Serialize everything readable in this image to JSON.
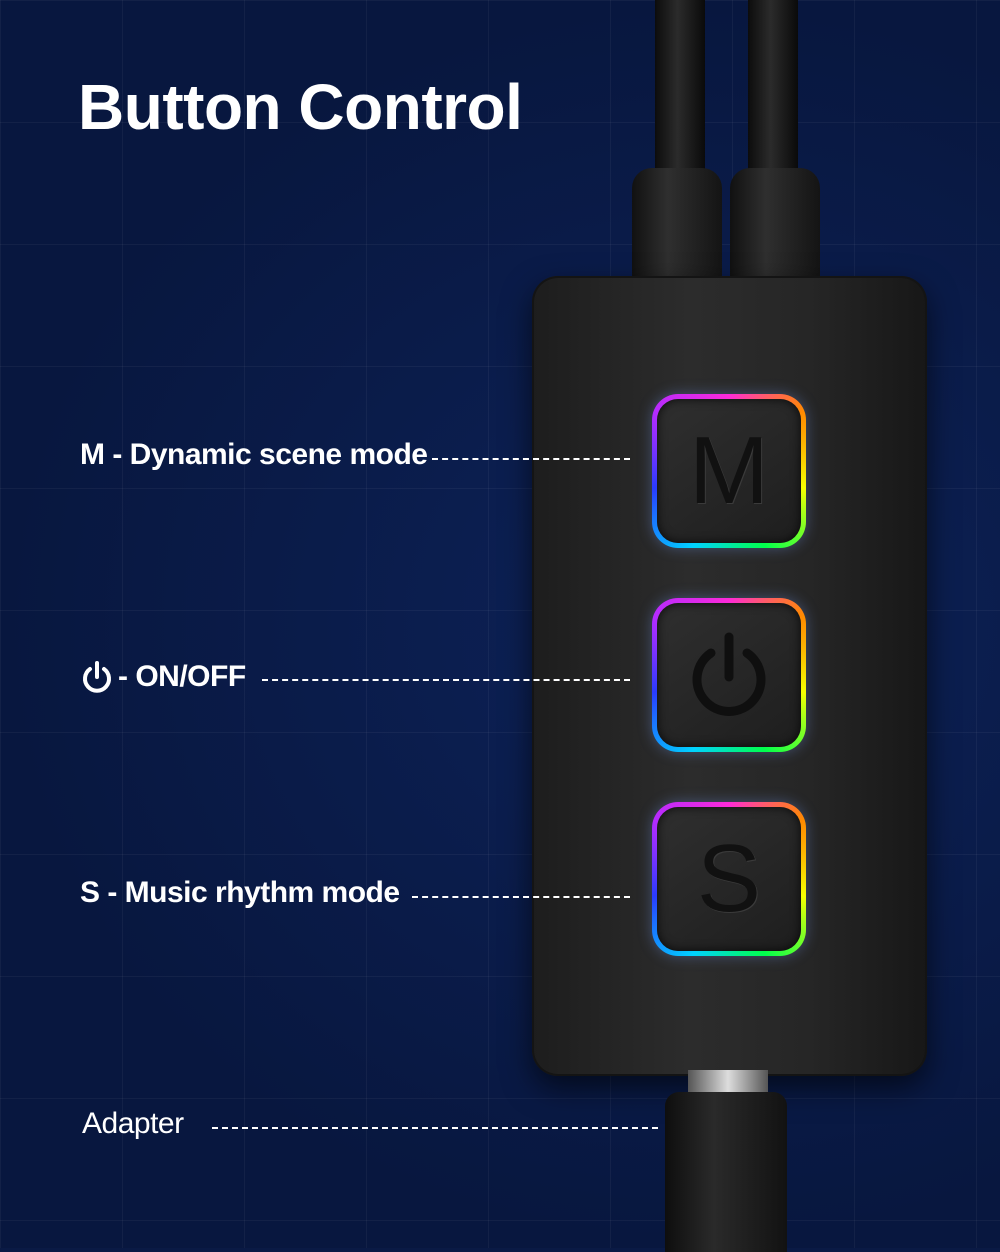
{
  "title": "Button Control",
  "labels": {
    "m": "M - Dynamic scene mode",
    "power": "- ON/OFF",
    "s": "S - Music rhythm mode",
    "adapter": "Adapter"
  },
  "buttons": {
    "m_letter": "M",
    "s_letter": "S"
  },
  "icons": {
    "power_label_icon": "power-icon",
    "power_button_icon": "power-icon"
  },
  "colors": {
    "background": "#0a1a45",
    "text": "#ffffff",
    "device": "#262626"
  }
}
